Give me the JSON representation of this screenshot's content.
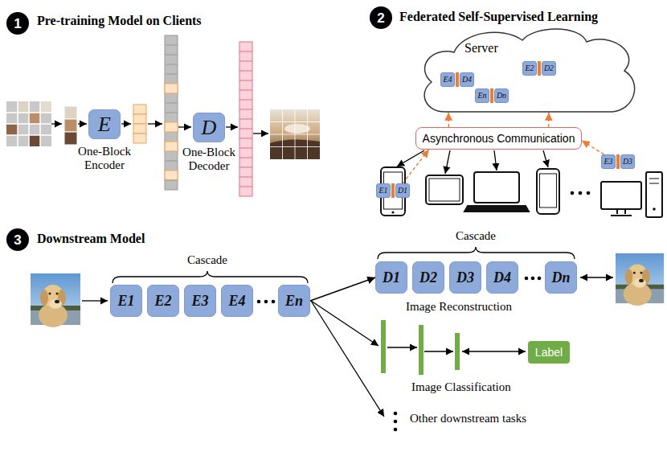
{
  "diagram": {
    "nodes": [
      {
        "text": [
          "1"
        ]
      },
      {
        "text": [
          "E"
        ]
      },
      {
        "text": [
          "D"
        ]
      },
      {
        "text": [
          "2"
        ]
      },
      {
        "text": [
          "Server"
        ]
      },
      {
        "text": [
          "E4"
        ],
        "in": 4
      },
      {
        "text": [
          "D4"
        ],
        "in": 4
      },
      {
        "text": [
          "E2"
        ],
        "in": 4
      },
      {
        "text": [
          "D2"
        ],
        "in": 4
      },
      {
        "text": [
          "En"
        ],
        "in": 4
      },
      {
        "text": [
          "Dn"
        ],
        "in": 4
      },
      {
        "text": [
          "Asynchronous Communication"
        ]
      },
      {
        "text": [
          "E3"
        ]
      },
      {
        "text": [
          "D3"
        ]
      },
      {
        "text": [
          "E1"
        ]
      },
      {
        "text": [
          "D1"
        ]
      },
      {
        "text": [
          "3"
        ]
      },
      {
        "text": [
          "E1"
        ]
      },
      {
        "text": [
          "E2"
        ]
      },
      {
        "text": [
          "E3"
        ]
      },
      {
        "text": [
          "E4"
        ]
      },
      {
        "text": [
          "En"
        ]
      },
      {
        "text": [
          "D1"
        ]
      },
      {
        "text": [
          "D2"
        ]
      },
      {
        "text": [
          "D3"
        ]
      },
      {
        "text": [
          "D4"
        ]
      },
      {
        "text": [
          "Dn"
        ]
      },
      {
        "text": [
          "Label"
        ]
      }
    ],
    "edges": [
      {
        "from": 11,
        "to": 4,
        "arrow": "to"
      },
      {
        "from": 11,
        "to": 4,
        "arrow": "to"
      },
      {
        "from": 15,
        "to": 11,
        "arrow": "to"
      },
      {
        "from": 12,
        "to": 11,
        "arrow": "to"
      },
      {
        "from": 21,
        "to": 22,
        "arrow": "to"
      }
    ],
    "labels": [
      "Pre-training Model on Clients",
      "One-Block Encoder",
      "One-Block Decoder",
      "Federated Self-Supervised Learning",
      "Downstream Model",
      "Cascade",
      "Cascade",
      "Image Reconstruction",
      "Image Classification",
      "Other downstream tasks"
    ]
  }
}
